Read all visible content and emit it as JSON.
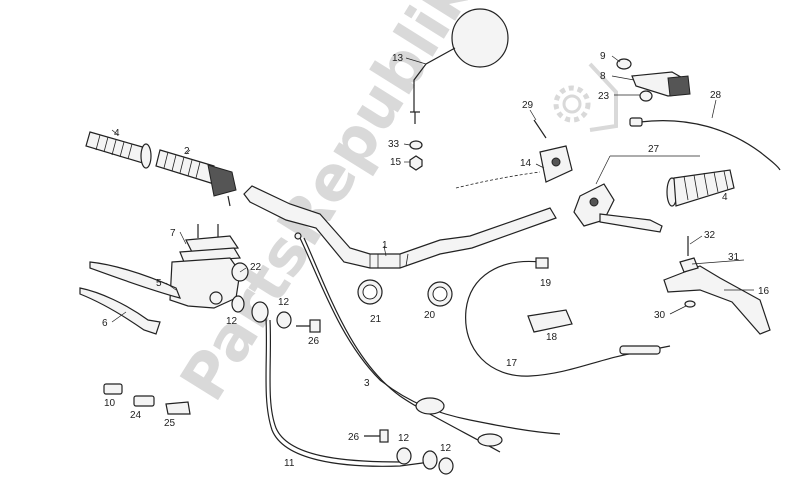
{
  "watermark": "PartsRepublik",
  "labels": [
    {
      "id": "lbl-4a",
      "text": "4"
    },
    {
      "id": "lbl-2",
      "text": "2"
    },
    {
      "id": "lbl-13",
      "text": "13"
    },
    {
      "id": "lbl-9",
      "text": "9"
    },
    {
      "id": "lbl-8",
      "text": "8"
    },
    {
      "id": "lbl-23",
      "text": "23"
    },
    {
      "id": "lbl-28",
      "text": "28"
    },
    {
      "id": "lbl-29",
      "text": "29"
    },
    {
      "id": "lbl-33",
      "text": "33"
    },
    {
      "id": "lbl-15",
      "text": "15"
    },
    {
      "id": "lbl-14",
      "text": "14"
    },
    {
      "id": "lbl-27",
      "text": "27"
    },
    {
      "id": "lbl-4b",
      "text": "4"
    },
    {
      "id": "lbl-7",
      "text": "7"
    },
    {
      "id": "lbl-22",
      "text": "22"
    },
    {
      "id": "lbl-1",
      "text": "1"
    },
    {
      "id": "lbl-5",
      "text": "5"
    },
    {
      "id": "lbl-6",
      "text": "6"
    },
    {
      "id": "lbl-12a",
      "text": "12"
    },
    {
      "id": "lbl-12b",
      "text": "12"
    },
    {
      "id": "lbl-26a",
      "text": "26"
    },
    {
      "id": "lbl-21",
      "text": "21"
    },
    {
      "id": "lbl-20",
      "text": "20"
    },
    {
      "id": "lbl-19",
      "text": "19"
    },
    {
      "id": "lbl-18",
      "text": "18"
    },
    {
      "id": "lbl-32",
      "text": "32"
    },
    {
      "id": "lbl-31",
      "text": "31"
    },
    {
      "id": "lbl-16",
      "text": "16"
    },
    {
      "id": "lbl-30",
      "text": "30"
    },
    {
      "id": "lbl-17",
      "text": "17"
    },
    {
      "id": "lbl-3",
      "text": "3"
    },
    {
      "id": "lbl-10",
      "text": "10"
    },
    {
      "id": "lbl-24",
      "text": "24"
    },
    {
      "id": "lbl-25",
      "text": "25"
    },
    {
      "id": "lbl-11",
      "text": "11"
    },
    {
      "id": "lbl-26b",
      "text": "26"
    },
    {
      "id": "lbl-12c",
      "text": "12"
    },
    {
      "id": "lbl-12d",
      "text": "12"
    }
  ]
}
